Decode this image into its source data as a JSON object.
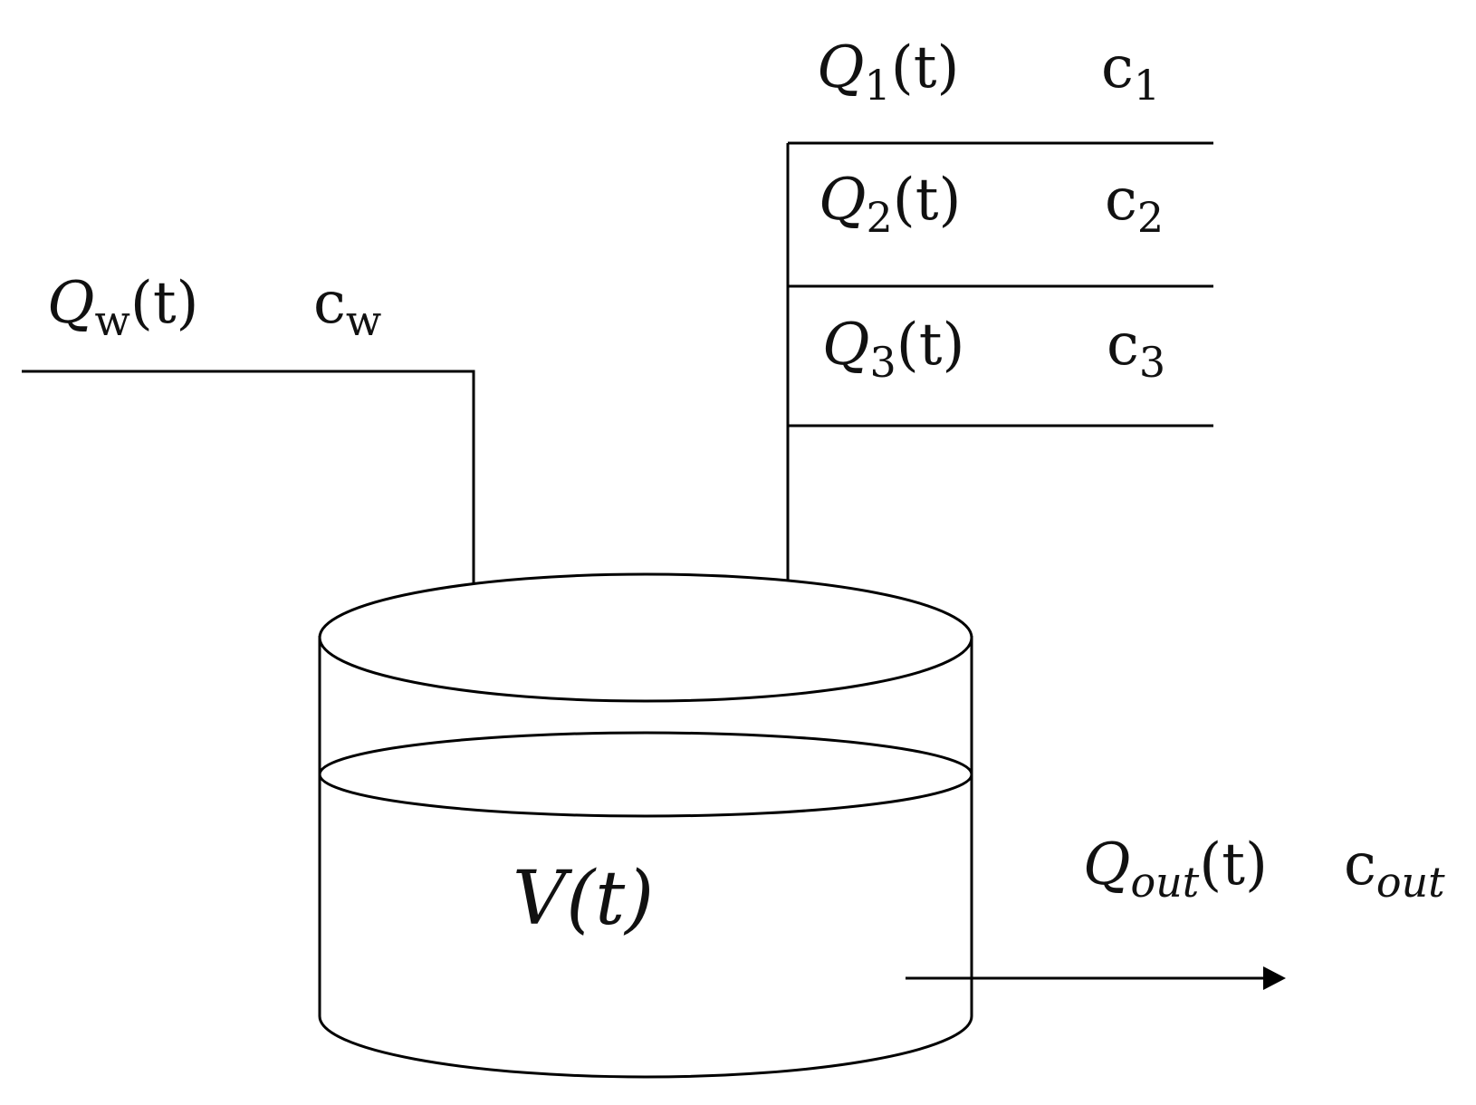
{
  "labels": {
    "water_inflow": {
      "flow_sym": "Q",
      "flow_sub": "w",
      "flow_arg": "(t)",
      "conc_sym": "c",
      "conc_sub": "w"
    },
    "stream_1": {
      "flow_sym": "Q",
      "flow_sub": "1",
      "flow_arg": "(t)",
      "conc_sym": "c",
      "conc_sub": "1"
    },
    "stream_2": {
      "flow_sym": "Q",
      "flow_sub": "2",
      "flow_arg": "(t)",
      "conc_sym": "c",
      "conc_sub": "2"
    },
    "stream_3": {
      "flow_sym": "Q",
      "flow_sub": "3",
      "flow_arg": "(t)",
      "conc_sym": "c",
      "conc_sub": "3"
    },
    "outflow": {
      "flow_sym": "Q",
      "flow_sub": "out",
      "flow_arg": "(t)",
      "conc_sym": "c",
      "conc_sub": "out"
    },
    "volume": {
      "sym": "V",
      "arg": "(t)"
    }
  },
  "colors": {
    "stroke": "#000000",
    "text": "#111111",
    "background": "#ffffff"
  }
}
